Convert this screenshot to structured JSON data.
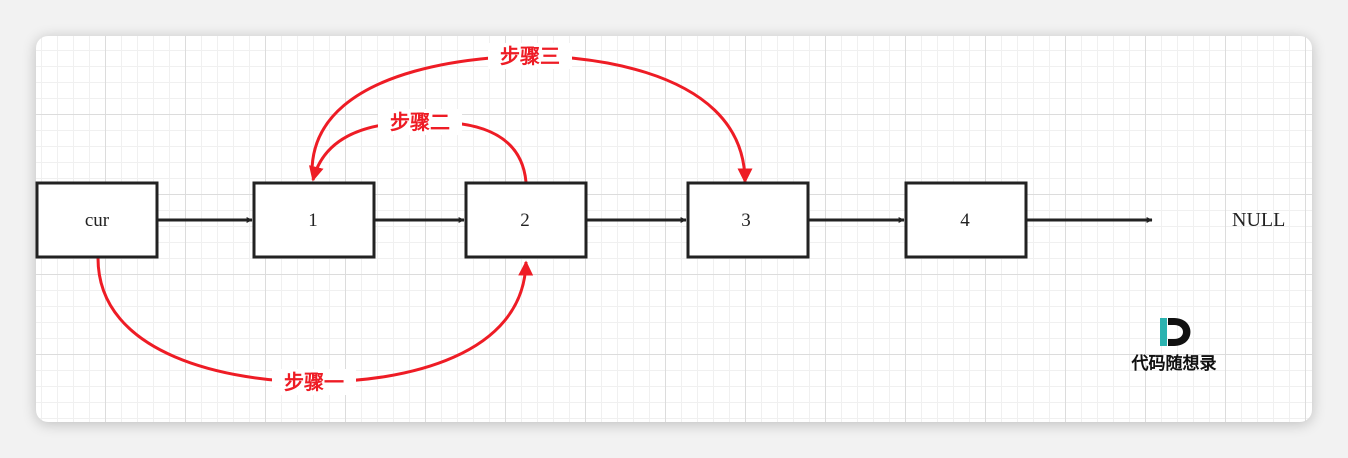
{
  "nodes": {
    "cur": "cur",
    "n1": "1",
    "n2": "2",
    "n3": "3",
    "n4": "4",
    "null_label": "NULL"
  },
  "steps": {
    "step1": "步骤一",
    "step2": "步骤二",
    "step3": "步骤三"
  },
  "logo": {
    "text": "代码随想录"
  },
  "colors": {
    "arrow_black": "#222222",
    "arrow_red": "#ee1c25",
    "logo_teal": "#2bb3b0"
  }
}
